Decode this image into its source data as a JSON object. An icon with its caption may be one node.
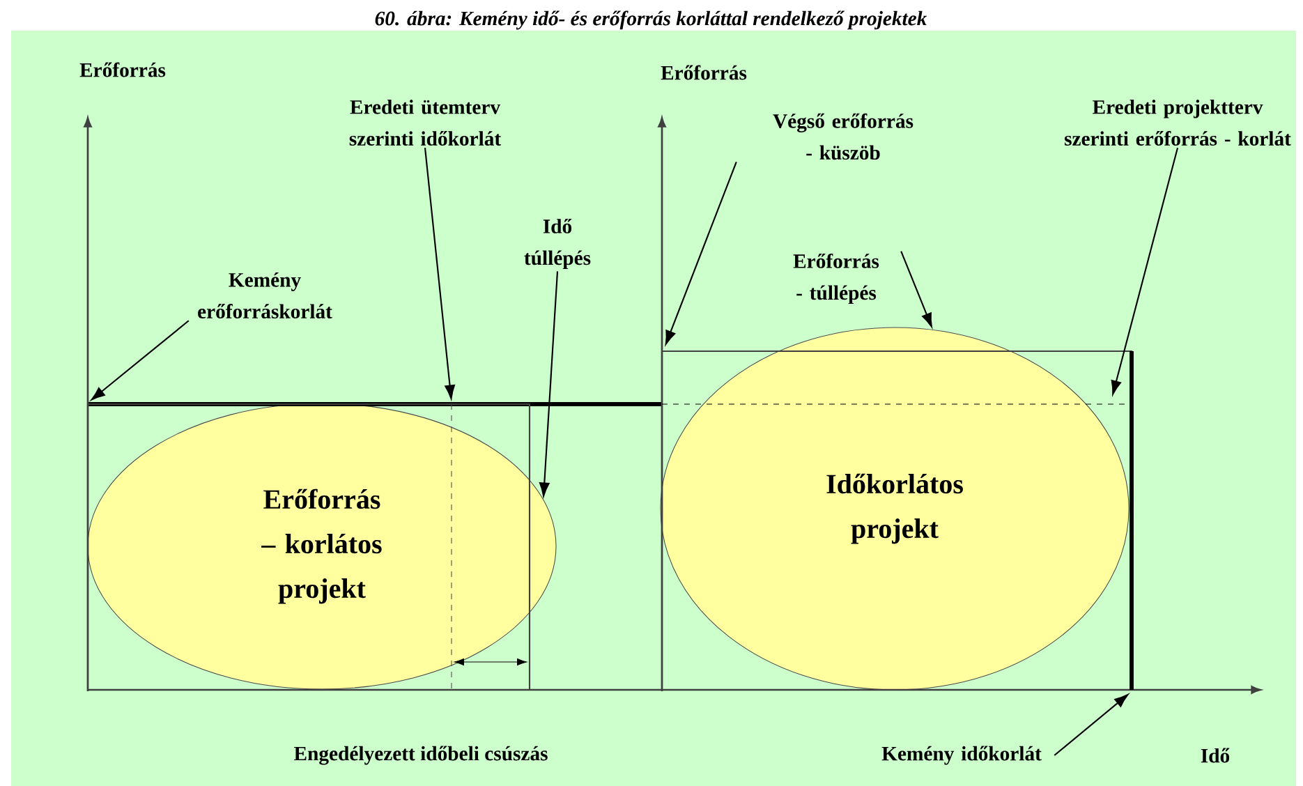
{
  "diagram": {
    "title": "60. ábra: Kemény idő- és erőforrás korláttal rendelkező projektek",
    "nodes": [
      {
        "text": [
          "Erőforrás – korlátos projekt"
        ]
      },
      {
        "text": [
          "Időkorlátos projekt"
        ]
      },
      {
        "text": [
          "Kemény erőforráskorlát"
        ]
      },
      {
        "text": [
          "Eredeti ütemterv szerinti időkorlát"
        ]
      },
      {
        "text": [
          "Idő túllépés"
        ]
      },
      {
        "text": [
          "Végső erőforrás - küszöb"
        ]
      },
      {
        "text": [
          "Eredeti projektterv szerinti erőforrás - korlát"
        ]
      },
      {
        "text": [
          "Erőforrás - túllépés"
        ]
      },
      {
        "text": [
          "Kemény időkorlát"
        ]
      },
      {
        "text": [],
        "shape": "bar"
      }
    ],
    "edges": [
      {
        "from": 2,
        "to": 9,
        "arrow": "to"
      },
      {
        "from": 3,
        "to": 9,
        "arrow": "to"
      },
      {
        "from": 4,
        "to": 0,
        "arrow": "to"
      },
      {
        "from": 5,
        "to": null,
        "arrow": "to"
      },
      {
        "from": 6,
        "to": null,
        "arrow": "to"
      },
      {
        "from": 7,
        "to": 1,
        "arrow": "to"
      },
      {
        "from": 8,
        "to": null,
        "arrow": "to"
      }
    ],
    "labels": [
      "Erőforrás",
      "Erőforrás",
      "Engedélyezett időbeli csúszás",
      "Idő"
    ]
  }
}
